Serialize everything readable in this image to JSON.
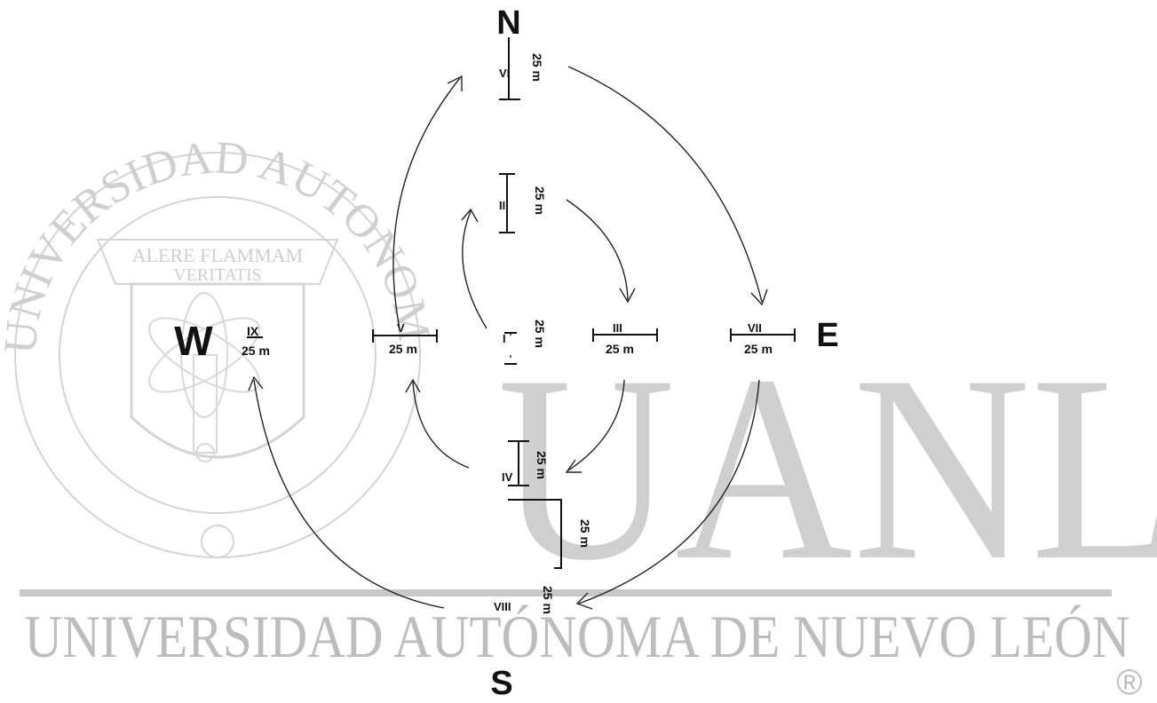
{
  "watermark": {
    "seal_ring_text": "UNIVERSIDAD AUTONOMA DE NUEVO LEON",
    "seal_motto_line1": "ALERE FLAMMAM",
    "seal_motto_line2": "VERITATIS",
    "big_letters": "UANL",
    "band_text": "UNIVERSIDAD AUTÓNOMA DE NUEVO LEÓN",
    "registered_mark": "®"
  },
  "compass": {
    "north": "N",
    "south": "S",
    "east": "E",
    "west": "W"
  },
  "transects": [
    {
      "id": "I",
      "label": "I",
      "length": "25 m"
    },
    {
      "id": "II",
      "label": "II",
      "length": "25 m"
    },
    {
      "id": "III",
      "label": "III",
      "length": "25 m"
    },
    {
      "id": "IV",
      "label": "IV",
      "length": "25 m"
    },
    {
      "id": "V",
      "label": "V",
      "length": "25 m"
    },
    {
      "id": "VI",
      "label": "VI",
      "length": "25 m"
    },
    {
      "id": "VII",
      "label": "VII",
      "length": "25 m"
    },
    {
      "id": "VIII",
      "label": "VIII",
      "length": "25 m"
    },
    {
      "id": "IX",
      "label": "IX",
      "length": "25 m"
    }
  ],
  "extra_lengths": {
    "corner": "25 m"
  },
  "colors": {
    "ink": "#111111",
    "watermark": "#cfcfcf"
  }
}
